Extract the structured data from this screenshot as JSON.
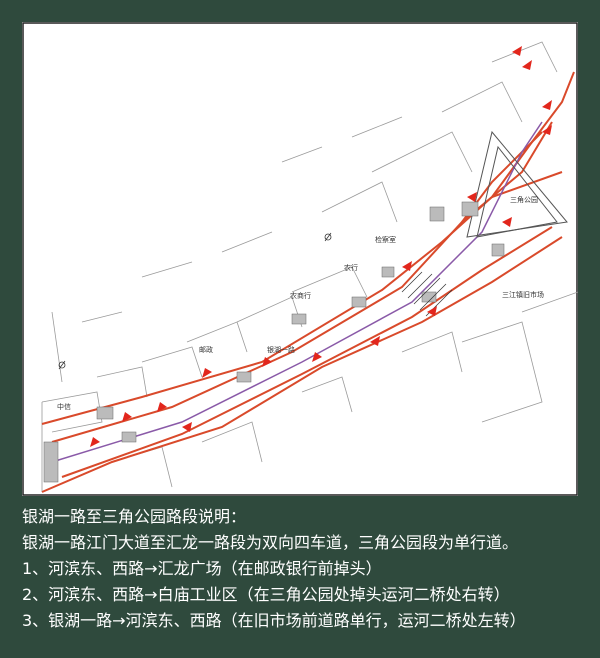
{
  "map": {
    "labels": {
      "park": "三角公园",
      "market": "三江镇旧市场",
      "post_office": "邮政",
      "bank": "农商行",
      "agri_bank": "农行",
      "police": "检察室",
      "road": "银湖一路",
      "credit": "中信"
    },
    "colors": {
      "road_edge": "#d94a2b",
      "arrow": "#e2261c",
      "lane": "#8a5aa8",
      "background": "#2f4a3d"
    }
  },
  "notes": {
    "title": "银湖一路至三角公园路段说明：",
    "line1": "银湖一路江门大道至汇龙一路段为双向四车道，三角公园段为单行道。",
    "line2": "1、河滨东、西路→汇龙广场（在邮政银行前掉头）",
    "line3": "2、河滨东、西路→白庙工业区（在三角公园处掉头运河二桥处右转）",
    "line4": "3、银湖一路→河滨东、西路（在旧市场前道路单行，运河二桥处左转）"
  }
}
